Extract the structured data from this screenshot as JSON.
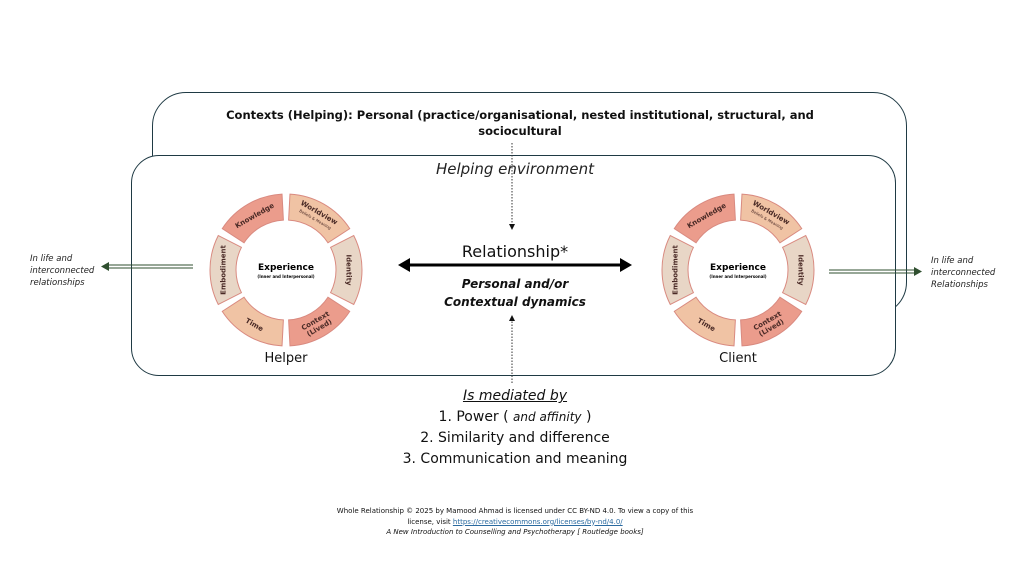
{
  "contexts_title": "Contexts (Helping): Personal (practice/organisational, nested institutional, structural, and sociocultural",
  "environment_label": "Helping environment",
  "relationship_label": "Relationship*",
  "dynamics": {
    "line1": "Personal and/or",
    "line2": "Contextual dynamics"
  },
  "helper": {
    "label": "Helper",
    "center_title": "Experience",
    "center_sub": "(Inner and Interpersonal)"
  },
  "client": {
    "label": "Client",
    "center_title": "Experience",
    "center_sub": "(Inner and Interpersonal)"
  },
  "segments": [
    {
      "label": "Worldview",
      "sub": "Beliefs & Meaning",
      "color": "#f0c3a4"
    },
    {
      "label": "Identity",
      "sub": "",
      "color": "#e8d6c6"
    },
    {
      "label": "Context",
      "label2": "(Lived)",
      "sub": "",
      "color": "#eb9c8c"
    },
    {
      "label": "Time",
      "sub": "",
      "color": "#f0c3a4"
    },
    {
      "label": "Embodiment",
      "sub": "",
      "color": "#e8d6c6"
    },
    {
      "label": "Knowledge",
      "sub": "",
      "color": "#eb9c8c"
    }
  ],
  "left_note": [
    "In life and",
    "interconnected",
    "relationships"
  ],
  "right_note": [
    "In life and",
    "interconnected",
    "Relationships"
  ],
  "mediated": {
    "heading": "Is mediated by",
    "item1_pre": "1. Power ( ",
    "item1_em": "and affinity",
    "item1_post": " )",
    "item2": "2. Similarity and difference",
    "item3": "3. Communication and meaning"
  },
  "footer": {
    "line1": "Whole Relationship © 2025 by Mamood Ahmad is licensed under CC BY-ND 4.0. To view a copy of this",
    "line2_pre": "license, visit ",
    "link": "https://creativecommons.org/licenses/by-nd/4.0/",
    "line3": "A New Introduction to Counselling and Psychotherapy [ Routledge books]"
  },
  "colors": {
    "box_border": "#1f3a44",
    "arrow_side": "#2f4f2f"
  }
}
